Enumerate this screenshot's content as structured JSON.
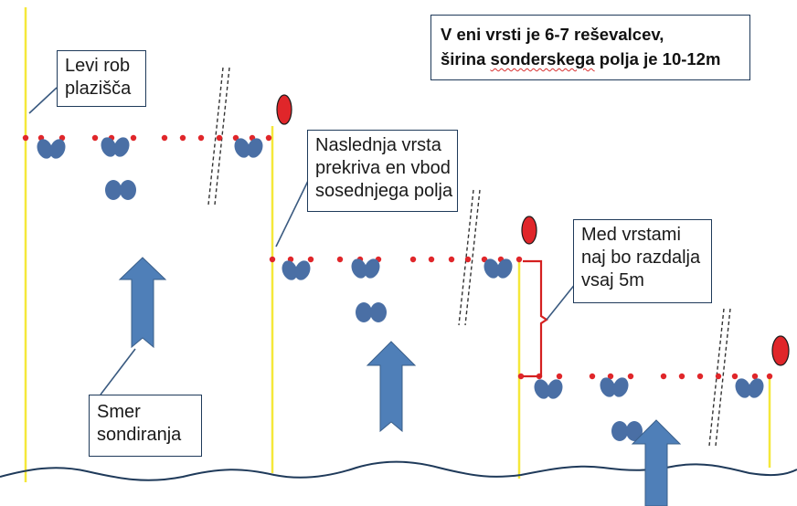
{
  "colors": {
    "boundary_line": "#f5e83a",
    "dot": "#e0262a",
    "flag": "#e0262a",
    "person": "#4a6fa5",
    "arrow": "#4f7fb8",
    "dashed_line": "#333333",
    "ground": "#1f3a5a",
    "bracket": "#d42020",
    "callout_border": "#1f3a5a"
  },
  "info_box": {
    "line1": "V eni vrsti je 6-7 reševalcev,",
    "line2_part1": "širina ",
    "line2_squiggle": "sonderskega",
    "line2_part2": " polja je 10-12m"
  },
  "callouts": {
    "left_edge": {
      "line1": "Levi rob",
      "line2": "plazišča"
    },
    "overlap": {
      "line1": "Naslednja vrsta",
      "line2": "prekriva en vbod",
      "line3": "sosednjega polja"
    },
    "distance": {
      "line1": "Med vrstami",
      "line2": "naj bo razdalja",
      "line3": "vsaj 5m"
    },
    "direction": {
      "line1": "Smer",
      "line2": "sondiranja"
    }
  }
}
